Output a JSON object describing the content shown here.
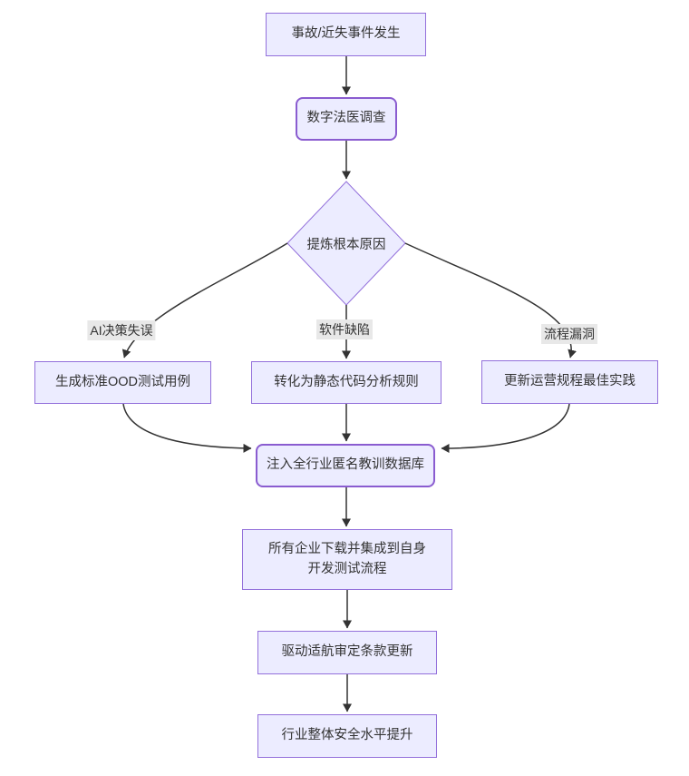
{
  "diagram": {
    "type": "flowchart",
    "nodes": {
      "incident": {
        "label": "事故/近失事件发生",
        "shape": "rect"
      },
      "forensic": {
        "label": "数字法医调查",
        "shape": "rounded"
      },
      "root_cause": {
        "label": "提炼根本原因",
        "shape": "diamond"
      },
      "ood": {
        "label": "生成标准OOD测试用例",
        "shape": "rect"
      },
      "static_rules": {
        "label": "转化为静态代码分析规则",
        "shape": "rect"
      },
      "ops": {
        "label": "更新运营规程最佳实践",
        "shape": "rect"
      },
      "database": {
        "label": "注入全行业匿名教训数据库",
        "shape": "rounded"
      },
      "integrate": {
        "label_line1": "所有企业下载并集成到自身",
        "label_line2": "开发测试流程",
        "shape": "rect"
      },
      "airworthiness": {
        "label": "驱动适航审定条款更新",
        "shape": "rect"
      },
      "improve": {
        "label": "行业整体安全水平提升",
        "shape": "rect"
      }
    },
    "edge_labels": {
      "ai": "AI决策失误",
      "software": "软件缺陷",
      "process": "流程漏洞"
    },
    "edges": [
      "incident -> forensic",
      "forensic -> root_cause",
      "root_cause -AI决策失误-> ood",
      "root_cause -软件缺陷-> static_rules",
      "root_cause -流程漏洞-> ops",
      "ood -> database",
      "static_rules -> database",
      "ops -> database",
      "database -> integrate",
      "integrate -> airworthiness",
      "airworthiness -> improve"
    ],
    "colors": {
      "node_fill": "#ECECFF",
      "node_border": "#9370DB",
      "rounded_node_border": "#8a5cd0",
      "edge_stroke": "#333333",
      "edge_label_bg": "#e8e8e8",
      "text": "#333333",
      "background": "#ffffff"
    }
  }
}
